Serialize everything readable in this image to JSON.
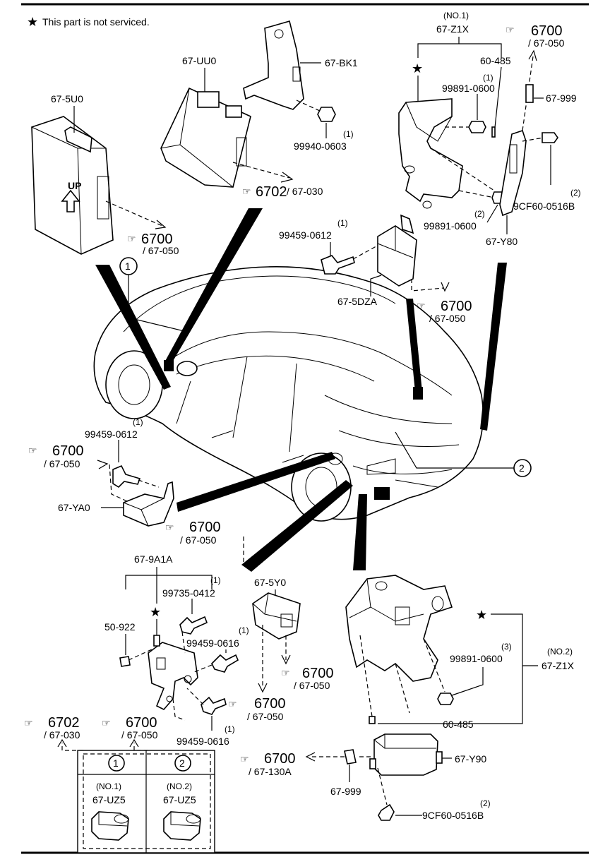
{
  "note": "This part is not serviced.",
  "labels": {
    "p675u0": "67-5U0",
    "p67uu0": "67-UU0",
    "p67bk1": "67-BK1",
    "p99940": "99940-0603",
    "p99940q": "(1)",
    "ref6702a": "6702",
    "ref6702a_sub": "/ 67-030",
    "ref6700a": "6700",
    "ref6700a_sub": "/ 67-050",
    "no1": "(NO.1)",
    "z1x_a": "67-Z1X",
    "ref6700b": "6700",
    "ref6700b_sub": "/ 67-050",
    "p60485a": "60-485",
    "p99891a_q": "(1)",
    "p99891a": "99891-0600",
    "p67999a": "67-999",
    "p9cf60a_q": "(2)",
    "p9cf60a": "9CF60-0516B",
    "p99891b_q": "(2)",
    "p99891b": "99891-0600",
    "p67y80": "67-Y80",
    "p99459a_q": "(1)",
    "p99459a": "99459-0612",
    "p675dza": "67-5DZA",
    "ref6700c": "6700",
    "ref6700c_sub": "/ 67-050",
    "callout1": "1",
    "callout2": "2",
    "p99459b_q": "(1)",
    "p99459b": "99459-0612",
    "ref6700d": "6700",
    "ref6700d_sub": "/ 67-050",
    "p67ya0": "67-YA0",
    "ref6700e": "6700",
    "ref6700e_sub": "/ 67-050",
    "p679a1a": "67-9A1A",
    "p99735_q": "(1)",
    "p99735": "99735-0412",
    "p50922": "50-922",
    "p99459c_q": "(1)",
    "p99459c": "99459-0616",
    "p99459d_q": "(1)",
    "p99459d": "99459-0616",
    "p675y0": "67-5Y0",
    "ref6700f": "6700",
    "ref6700f_sub": "/ 67-050",
    "ref6700g": "6700",
    "ref6700g_sub": "/ 67-050",
    "p99891c_q": "(3)",
    "p99891c": "99891-0600",
    "no2": "(NO.2)",
    "z1x_b": "67-Z1X",
    "p60485b": "60-485",
    "ref6702b": "6702",
    "ref6702b_sub": "/ 67-030",
    "ref6700h": "6700",
    "ref6700h_sub": "/ 67-050",
    "ref6700i": "6700",
    "ref6700i_sub": "/ 67-130A",
    "p67999b": "67-999",
    "p67y90": "67-Y90",
    "p9cf60b_q": "(2)",
    "p9cf60b": "9CF60-0516B",
    "p67up": "UP"
  },
  "table": {
    "col1_num": "1",
    "col2_num": "2",
    "col1_no": "(NO.1)",
    "col2_no": "(NO.2)",
    "col1_part": "67-UZ5",
    "col2_part": "67-UZ5"
  }
}
